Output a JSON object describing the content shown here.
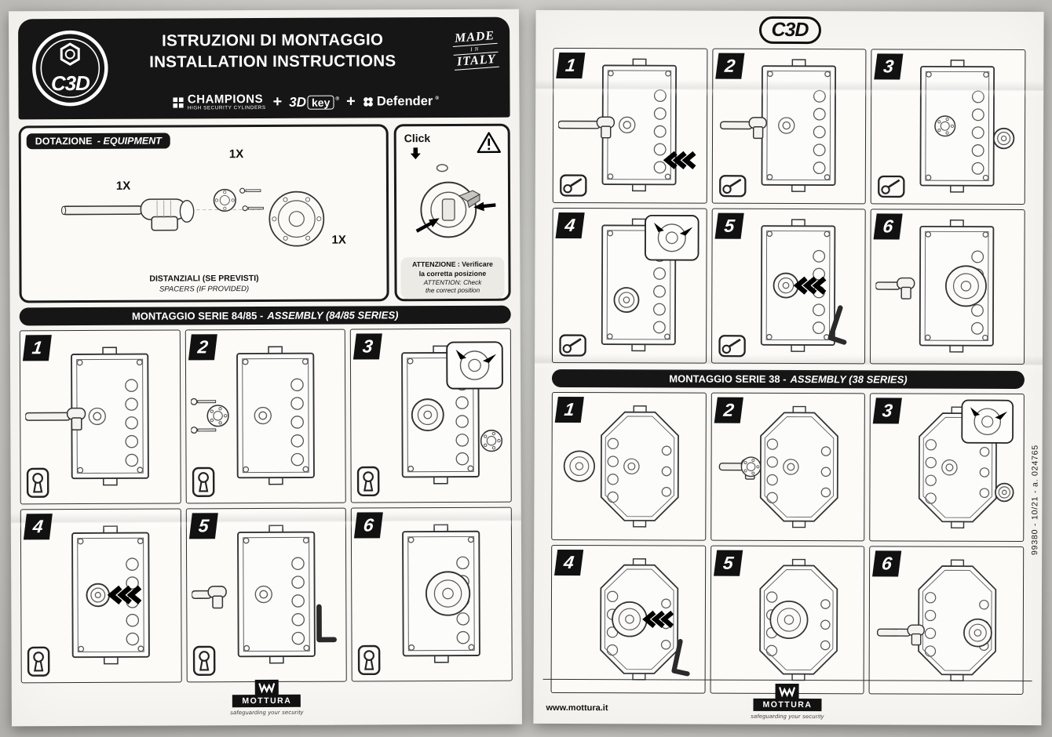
{
  "left_page": {
    "header": {
      "logo_text": "C3D",
      "title_it": "ISTRUZIONI DI MONTAGGIO",
      "title_en": "INSTALLATION INSTRUCTIONS",
      "made_in": {
        "line1": "MADE",
        "mid": "IN",
        "line2": "ITALY"
      },
      "brands": {
        "champions": "CHAMPIONS",
        "champions_sub": "HIGH SECURITY CYLINDERS",
        "plus1": "+",
        "key3d": "3D",
        "key3d_word": "key",
        "reg1": "®",
        "plus2": "+",
        "defender": "Defender",
        "reg2": "®"
      }
    },
    "equipment": {
      "label_it": "DOTAZIONE",
      "label_en": "- EQUIPMENT",
      "qty_cylinder": "1X",
      "qty_flange": "1X",
      "qty_defender": "1X",
      "caption_it": "DISTANZIALI (SE PREVISTI)",
      "caption_en": "SPACERS (IF PROVIDED)"
    },
    "click_box": {
      "click_label": "Click",
      "warn_it_1": "ATTENZIONE : Verificare",
      "warn_it_2": "la corretta posizione",
      "warn_en_1": "ATTENTION: Check",
      "warn_en_2": "the correct position"
    },
    "series_8485": {
      "title_bold": "MONTAGGIO SERIE 84/85 -",
      "title_italic": "ASSEMBLY (84/85 SERIES)",
      "steps": [
        {
          "num": "1"
        },
        {
          "num": "2"
        },
        {
          "num": "3"
        },
        {
          "num": "4"
        },
        {
          "num": "5"
        },
        {
          "num": "6"
        }
      ]
    },
    "footer": {
      "brand": "MOTTURA",
      "tagline": "safeguarding your security"
    }
  },
  "right_page": {
    "logo_text": "C3D",
    "steps_8485_cont": [
      {
        "num": "1"
      },
      {
        "num": "2"
      },
      {
        "num": "3"
      },
      {
        "num": "4"
      },
      {
        "num": "5"
      },
      {
        "num": "6"
      }
    ],
    "series_38": {
      "title_bold": "MONTAGGIO SERIE 38 -",
      "title_italic": "ASSEMBLY (38 SERIES)",
      "steps": [
        {
          "num": "1"
        },
        {
          "num": "2"
        },
        {
          "num": "3"
        },
        {
          "num": "4"
        },
        {
          "num": "5"
        },
        {
          "num": "6"
        }
      ]
    },
    "footer": {
      "url": "www.mottura.it",
      "brand": "MOTTURA",
      "tagline": "safeguarding your security"
    },
    "side_code": "99380 - 10/21 - a. 024765"
  },
  "colors": {
    "ink": "#161616",
    "paper": "#f7f6f2",
    "line": "#555555"
  }
}
